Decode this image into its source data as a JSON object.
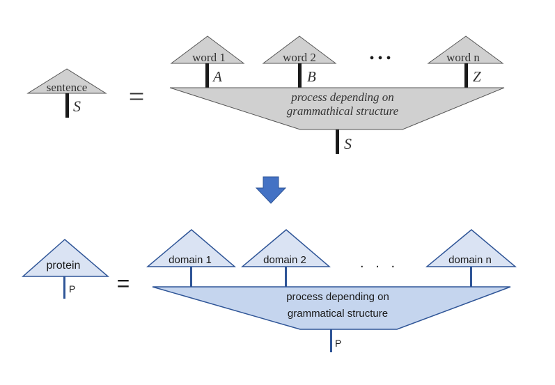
{
  "top_diagram": {
    "sentence_label": "sentence",
    "sentence_output": "S",
    "equals": "=",
    "words": [
      {
        "label": "word 1",
        "output": "A"
      },
      {
        "label": "word 2",
        "output": "B"
      },
      {
        "label": "word n",
        "output": "Z"
      }
    ],
    "ellipsis": "• • •",
    "process_line1": "process depending on",
    "process_line2": "grammathical structure",
    "result_output": "S"
  },
  "arrow": {
    "icon": "down-arrow-icon",
    "color": "#4472C4"
  },
  "bottom_diagram": {
    "protein_label": "protein",
    "protein_output": "P",
    "equals": "=",
    "domains": [
      {
        "label": "domain 1"
      },
      {
        "label": "domain 2"
      },
      {
        "label": "domain n"
      }
    ],
    "ellipsis": ".   .   .",
    "process_line1": "process depending on",
    "process_line2": "grammatical structure",
    "result_output": "P"
  },
  "colors": {
    "top_fill": "#d0d0d0",
    "top_stroke": "#555555",
    "bottom_fill": "#dae3f3",
    "bottom_funnel_fill": "#c5d5ee",
    "bottom_stroke": "#2f5597"
  }
}
